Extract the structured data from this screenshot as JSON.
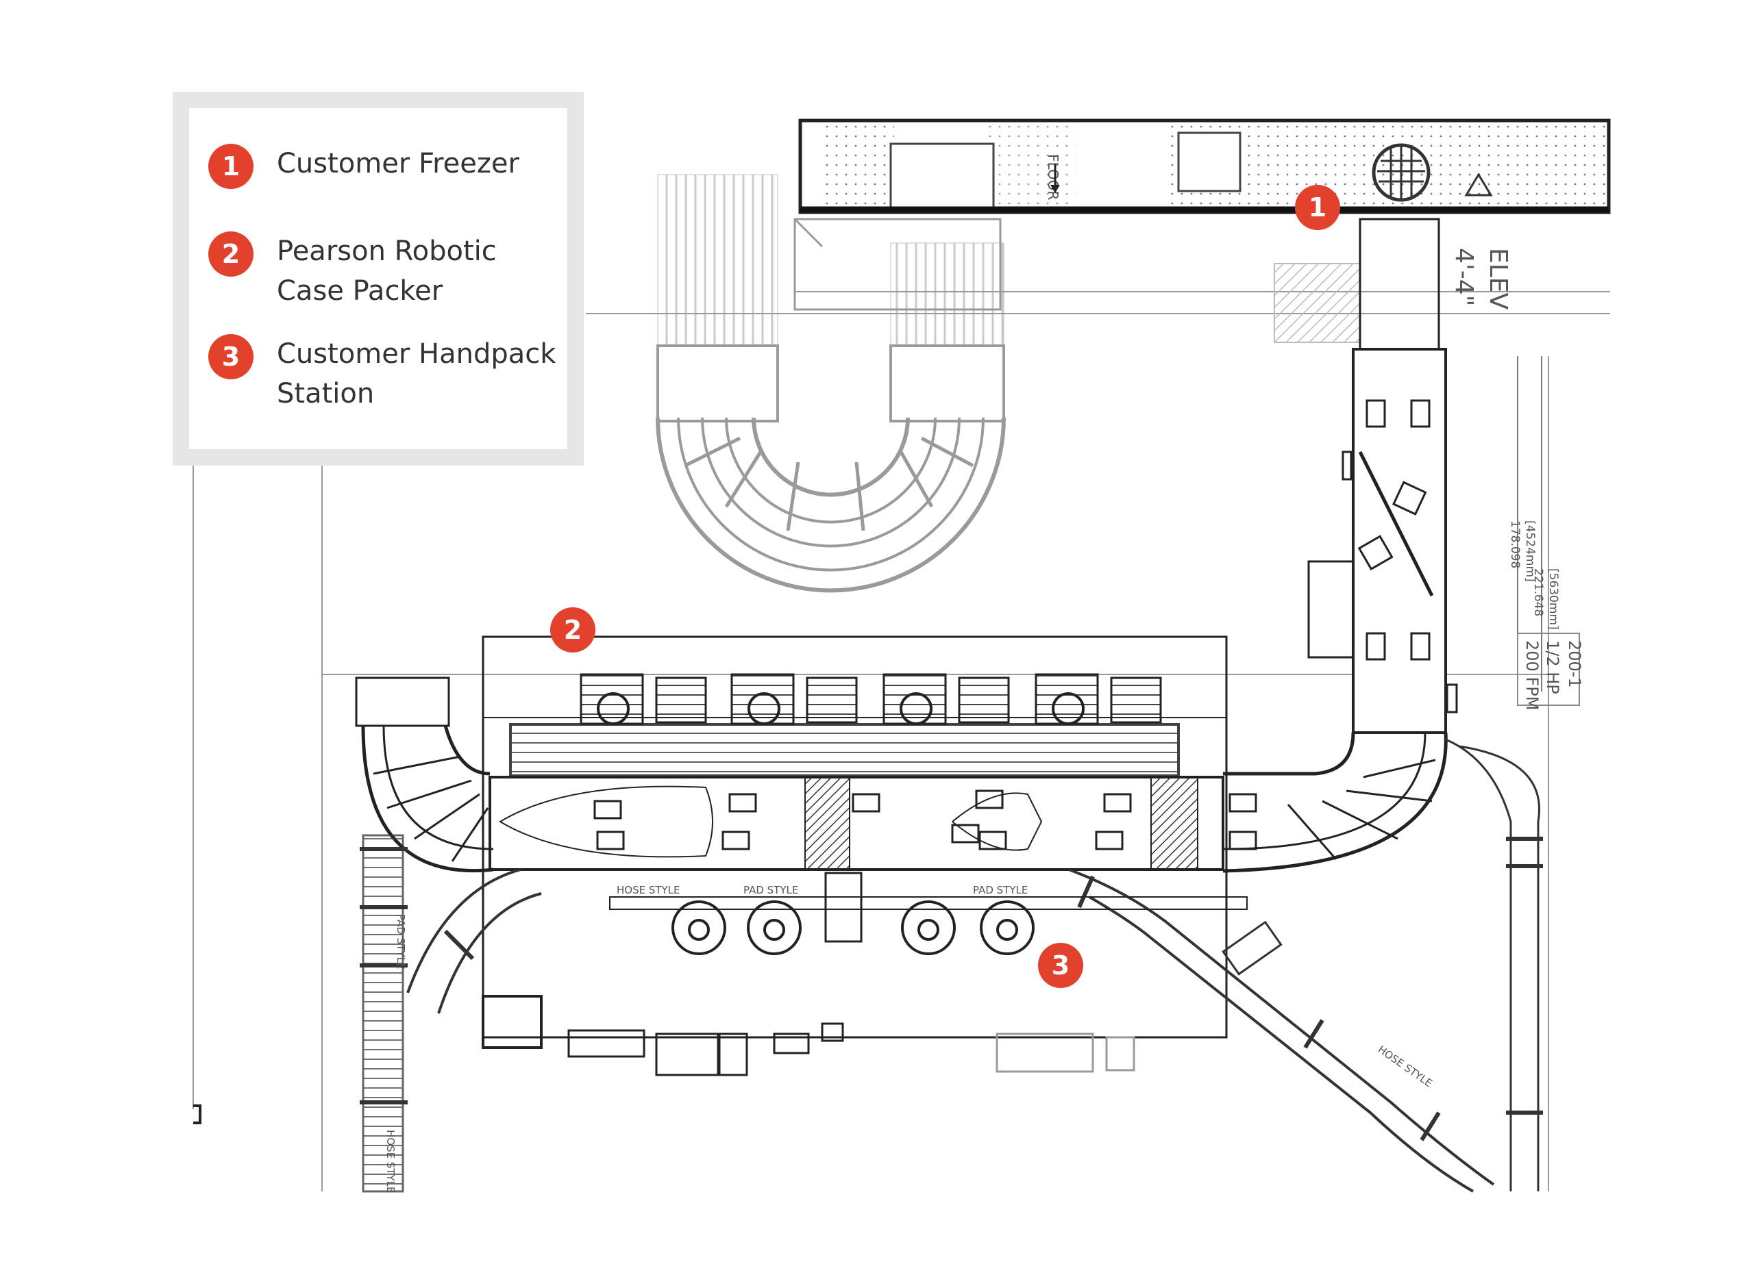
{
  "legend": {
    "items": [
      {
        "number": "1",
        "label": "Customer Freezer"
      },
      {
        "number": "2",
        "label": "Pearson Robotic Case Packer"
      },
      {
        "number": "3",
        "label": "Customer Handpack Station"
      }
    ]
  },
  "callouts": {
    "freezer": "1",
    "case_packer": "2",
    "handpack": "3"
  },
  "drawing_labels": {
    "floor": "FLOOR",
    "elev_title": "ELEV",
    "elev_value": "4'-4\"",
    "dim_1": "[4524mm]",
    "dim_1_b": "178.098",
    "dim_2": "[5630mm]",
    "dim_2_b": "221.648",
    "conveyor_id": "200-1",
    "motor": "1/2 HP",
    "speed": "200 FPM",
    "hose_style_1": "HOSE STYLE",
    "pad_style_1": "PAD STYLE",
    "pad_style_2": "PAD STYLE",
    "pad_style_3": "PAD STYLE",
    "hose_style_2": "HOSE STYLE",
    "hose_style_3": "HOSE STYLE"
  },
  "colors": {
    "accent": "#e2412c",
    "line": "#2b2b2b",
    "faded_line": "#9a9a9a",
    "legend_border": "#e6e6e6"
  }
}
